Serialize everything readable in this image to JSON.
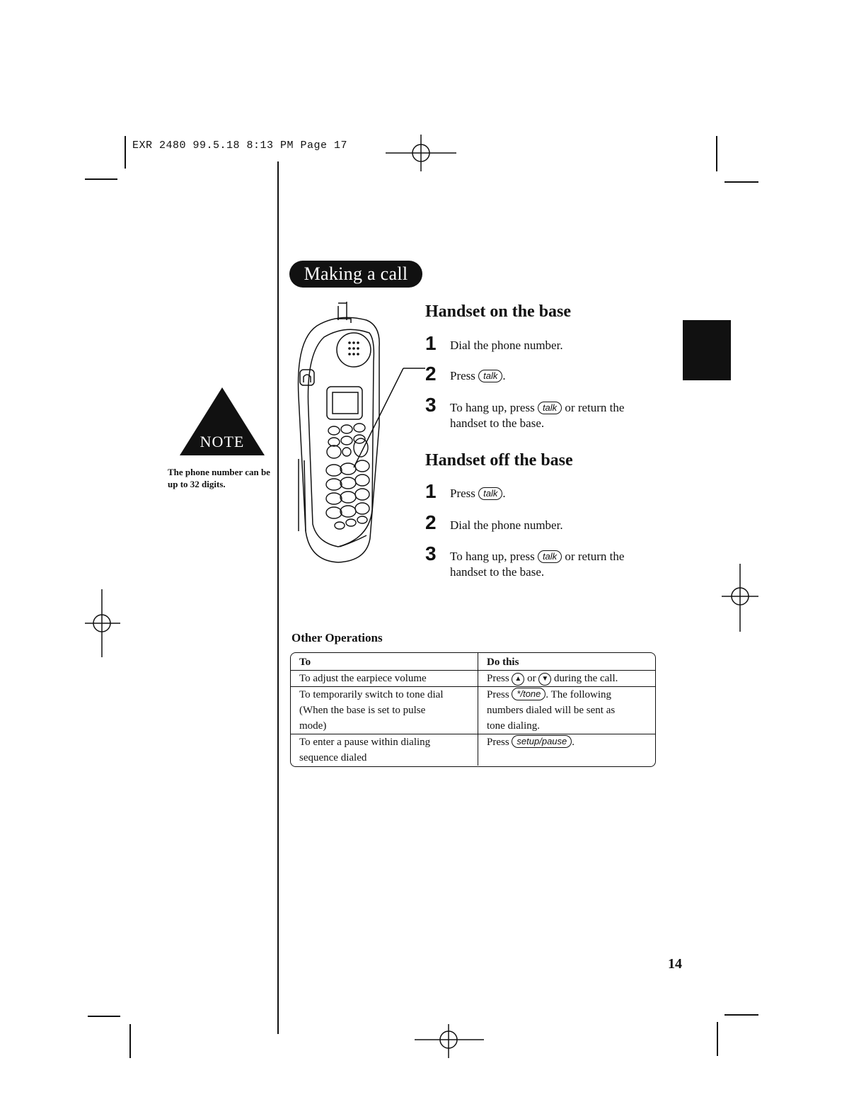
{
  "header": {
    "slug": "EXR 2480  99.5.18 8:13 PM  Page 17"
  },
  "section": {
    "title": "Making a call"
  },
  "note": {
    "badge": "NOTE",
    "text": "The phone number can be up to 32 digits."
  },
  "handset_on_base": {
    "heading": "Handset on the base",
    "steps": [
      {
        "num": "1",
        "text": "Dial the phone number."
      },
      {
        "num": "2",
        "pre": "Press",
        "key": "talk",
        "post": "."
      },
      {
        "num": "3",
        "pre": "To hang up, press",
        "key": "talk",
        "post": "or return the",
        "line2": "handset to the base."
      }
    ]
  },
  "handset_off_base": {
    "heading": "Handset off the base",
    "steps": [
      {
        "num": "1",
        "pre": "Press",
        "key": "talk",
        "post": "."
      },
      {
        "num": "2",
        "text": "Dial the phone number."
      },
      {
        "num": "3",
        "pre": "To hang up, press",
        "key": "talk",
        "post": "or return the",
        "line2": "handset to the base."
      }
    ]
  },
  "other_operations": {
    "title": "Other Operations",
    "headers": [
      "To",
      "Do this"
    ],
    "rows": [
      {
        "to": [
          "To adjust the earpiece volume"
        ],
        "do_pre": "Press",
        "key_up": "▲",
        "do_or": "or",
        "key_down": "▼",
        "do_post": "during the call."
      },
      {
        "to": [
          "To temporarily switch to tone dial",
          "(When the base is set to pulse",
          "mode)"
        ],
        "do_pre": "Press",
        "key": "*/tone",
        "do_post": ". The following",
        "do_lines": [
          "numbers dialed will be sent as",
          "tone dialing."
        ]
      },
      {
        "to": [
          "To enter a pause within dialing",
          "sequence dialed"
        ],
        "do_pre": "Press",
        "key": "setup/pause",
        "do_post": "."
      }
    ]
  },
  "page_number": "14"
}
